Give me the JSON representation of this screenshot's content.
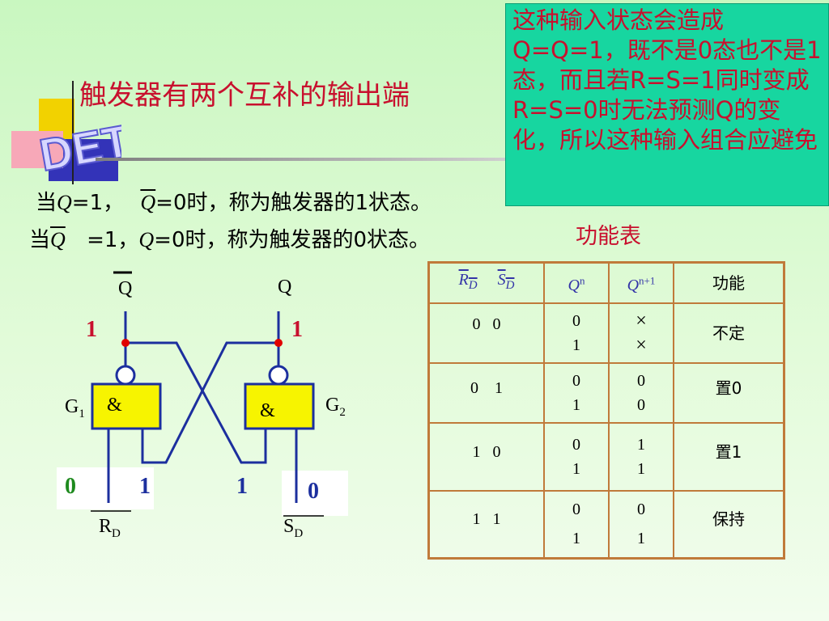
{
  "slide": {
    "title": "触发器有两个互补的输出端",
    "logo_text": "DET",
    "note": "这种输入状态会造成Q=Q=1，既不是0态也不是1态，而且若R=S=1同时变成R=S=0时无法预测Q的变化，所以这种输入组合应避免",
    "statement1": {
      "prefix": "当",
      "q": "Q",
      "mid1": "=1，",
      "qbar": "Q",
      "rest": "=0时，称为触发器的1状态。"
    },
    "statement2": {
      "prefix": "当",
      "qbar": "Q",
      "mid1": "=1，",
      "q": "Q",
      "rest": "=0时，称为触发器的0状态。"
    }
  },
  "circuit": {
    "out_left": "Q",
    "out_right": "Q",
    "level_out_left": "1",
    "level_out_right": "1",
    "gate_left_symbol": "&",
    "gate_right_symbol": "&",
    "gate_left_name": "G",
    "gate_left_sub": "1",
    "gate_right_name": "G",
    "gate_right_sub": "2",
    "in_rd_level": "0",
    "fb_left_level": "1",
    "fb_right_level": "1",
    "in_sd_level": "0",
    "input_rd": "R",
    "input_rd_sub": "D",
    "input_sd": "S",
    "input_sd_sub": "D"
  },
  "table": {
    "caption": "功能表",
    "headers": {
      "rd": "R",
      "rd_sub": "D",
      "sd": "S",
      "sd_sub": "D",
      "qn": "Q",
      "qn_sup": "n",
      "qn1": "Q",
      "qn1_sup": "n+1",
      "func": "功能"
    },
    "rows": [
      {
        "rd": "0",
        "sd": "0",
        "qn_a": "0",
        "qn_b": "1",
        "qn1_a": "×",
        "qn1_b": "×",
        "func": "不定"
      },
      {
        "rd": "0",
        "sd": "1",
        "qn_a": "0",
        "qn_b": "1",
        "qn1_a": "0",
        "qn1_b": "0",
        "func": "置0"
      },
      {
        "rd": "1",
        "sd": "0",
        "qn_a": "0",
        "qn_b": "1",
        "qn1_a": "1",
        "qn1_b": "1",
        "func": "置1"
      },
      {
        "rd": "1",
        "sd": "1",
        "qn_a": "0",
        "qn_b": "1",
        "qn1_a": "0",
        "qn1_b": "1",
        "func": "保持"
      }
    ]
  },
  "colors": {
    "title_red": "#c8102e",
    "note_bg": "#17d6a0",
    "gate_fill": "#f7f400",
    "wire_blue": "#1c2f9e",
    "table_border": "#c07a3a"
  }
}
